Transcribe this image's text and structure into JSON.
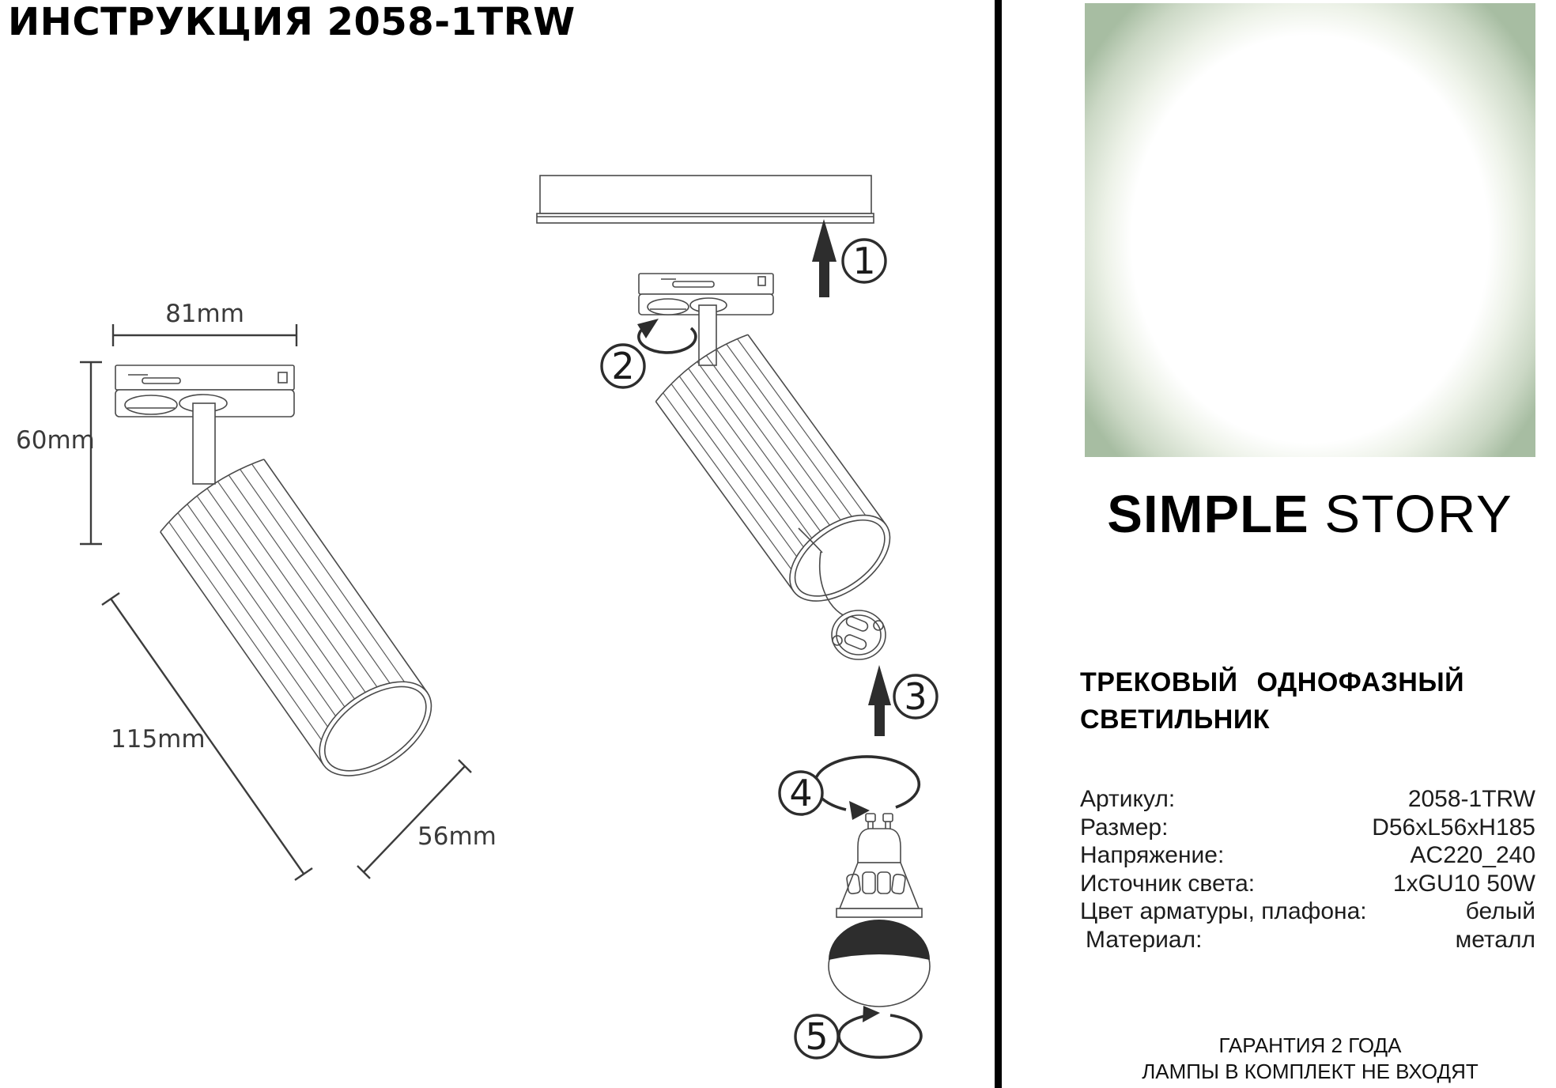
{
  "page": {
    "title": "ИНСТРУКЦИЯ 2058-1TRW"
  },
  "left_diagram": {
    "dim_adapter_width": "81mm",
    "dim_adapter_height": "60mm",
    "dim_body_length": "115mm",
    "dim_body_diameter": "56mm"
  },
  "assembly_steps": {
    "step1": "1",
    "step2": "2",
    "step3": "3",
    "step4": "4",
    "step5": "5"
  },
  "brand": {
    "name_bold": "SIMPLE",
    "name_light": "STORY"
  },
  "product": {
    "type_line1": "ТРЕКОВЫЙ ОДНОФАЗНЫЙ",
    "type_line2": "СВЕТИЛЬНИК"
  },
  "specs": {
    "rows": [
      {
        "label": "Артикул:",
        "value": "2058-1TRW"
      },
      {
        "label": "Размер:",
        "value": "D56xL56xH185"
      },
      {
        "label": "Напряжение:",
        "value": "AC220_240"
      },
      {
        "label": "Источник света:",
        "value": "1xGU10 50W"
      },
      {
        "label": "Цвет арматуры, плафона:",
        "value": "белый"
      },
      {
        "label": "Материал:",
        "value": "металл"
      }
    ]
  },
  "footer": {
    "warranty": "ГАРАНТИЯ 2 ГОДА",
    "lamps_note": "ЛАМПЫ В КОМПЛЕКТ НЕ ВХОДЯТ"
  },
  "colors": {
    "divider": "#000000",
    "glow_center": "#ffffff",
    "glow_mid_green": "#cbd8c5",
    "glow_edge_green": "#a7bda2",
    "drawing_line": "#4a4a4a",
    "arrow_dark": "#2d2d2d"
  }
}
